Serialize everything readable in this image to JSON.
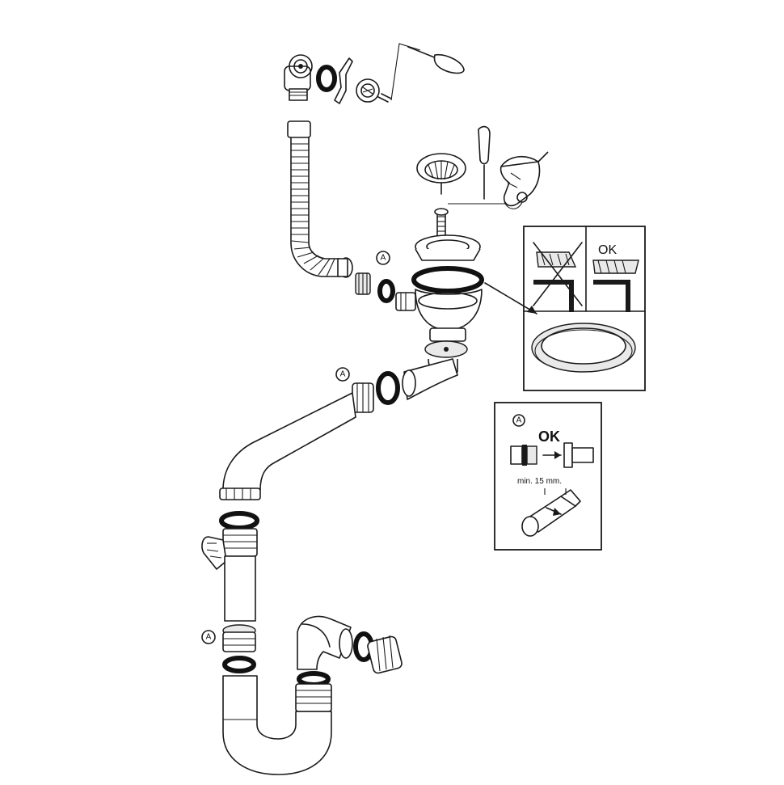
{
  "labels": {
    "marker": "A",
    "ok_top": "OK",
    "ok_detail": "OK",
    "min_length": "min. 15 mm."
  },
  "colors": {
    "line": "#1a1a1a",
    "background": "#ffffff"
  }
}
